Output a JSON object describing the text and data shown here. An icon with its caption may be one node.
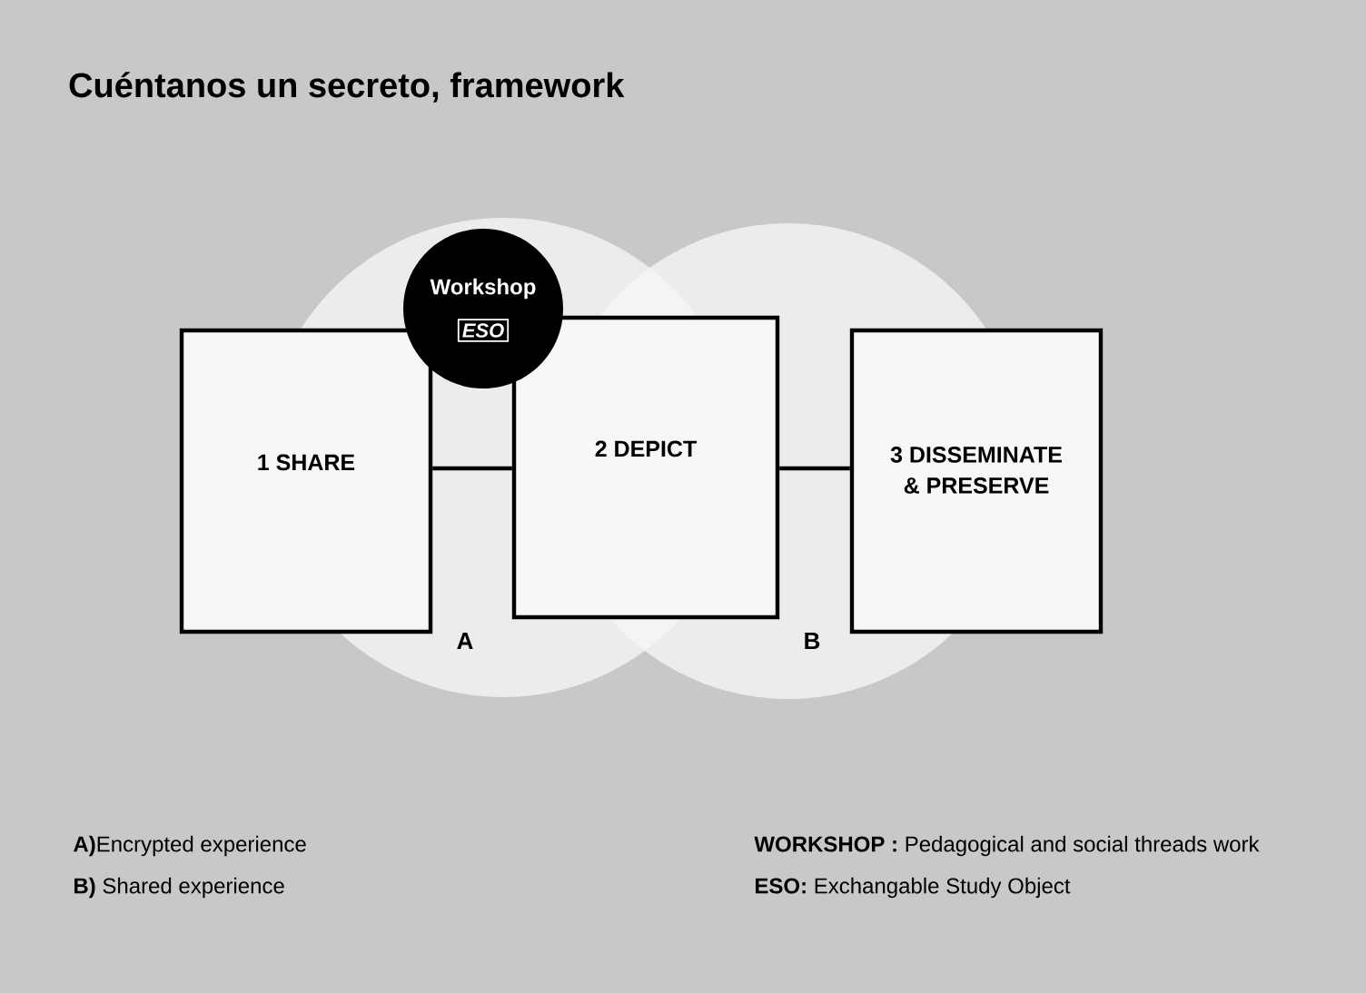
{
  "diagram": {
    "title": "Cuéntanos un secreto, framework",
    "nodes": [
      {
        "text": [
          "Workshop",
          "ESO"
        ]
      },
      {
        "text": [
          "1 SHARE"
        ]
      },
      {
        "text": [
          "2 DEPICT"
        ]
      },
      {
        "text": [
          "3 DISSEMINATE & PRESERVE"
        ]
      }
    ],
    "edges": [
      {
        "from": 1,
        "to": 2,
        "arrow": "none"
      },
      {
        "from": 2,
        "to": 3,
        "arrow": "none"
      }
    ],
    "labels": [
      "A",
      "B",
      "**A)**Encrypted experience",
      "**B)** Shared experience",
      "**WORKSHOP :** Pedagogical and social threads work",
      "**ESO:** Exchangable Study Object"
    ]
  }
}
